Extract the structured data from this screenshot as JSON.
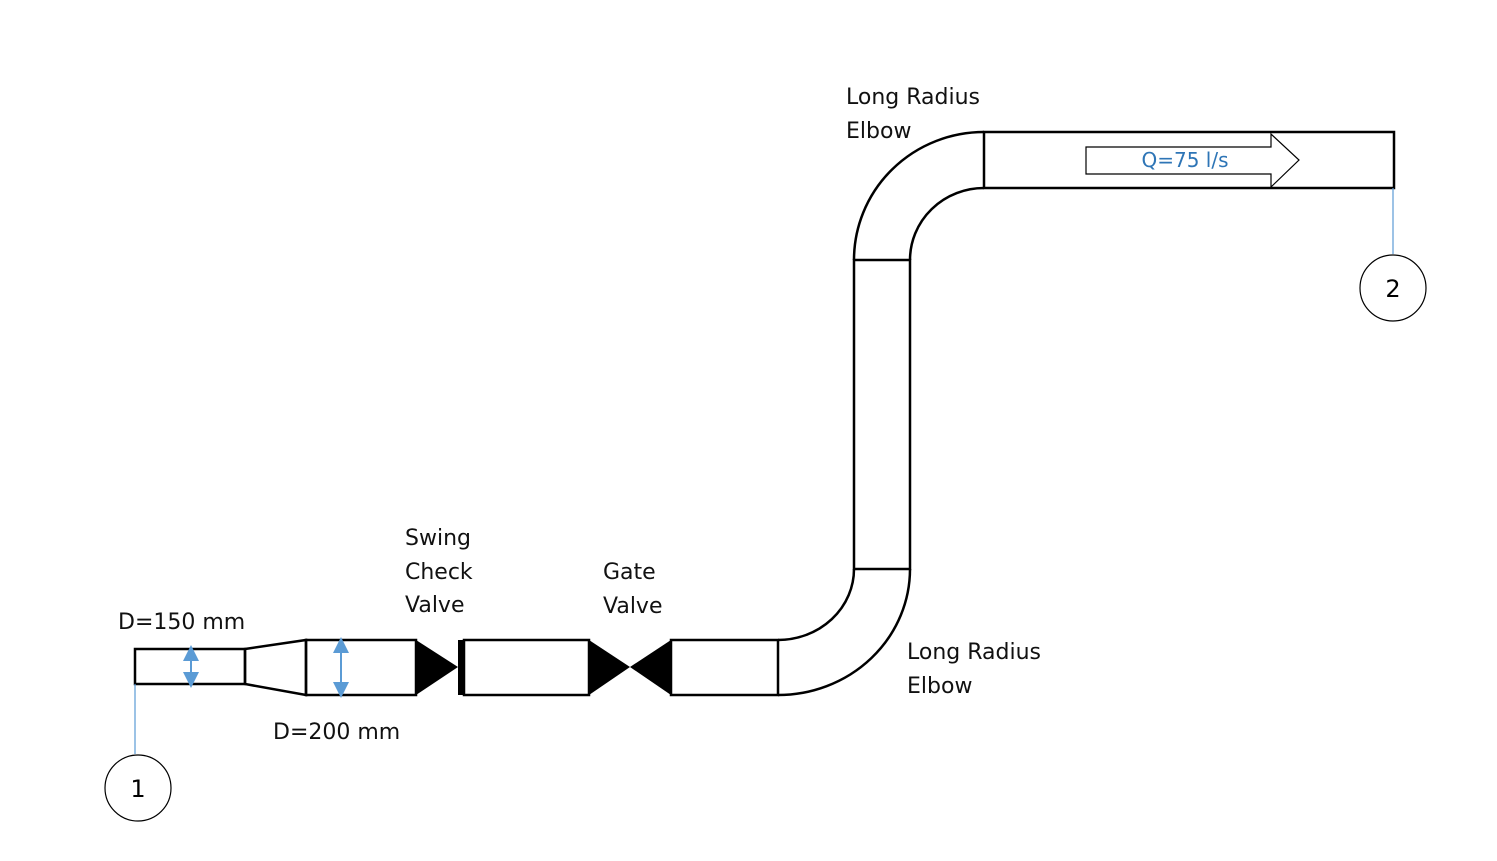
{
  "labels": {
    "d_small": "D=150 mm",
    "d_large": "D=200 mm",
    "swing_check": [
      "Swing",
      "Check",
      "Valve"
    ],
    "gate": [
      "Gate",
      "Valve"
    ],
    "elbow_bottom": [
      "Long Radius",
      "Elbow"
    ],
    "elbow_top": [
      "Long Radius",
      "Elbow"
    ],
    "flow_rate": "Q=75 l/s",
    "point_1": "1",
    "point_2": "2"
  },
  "colors": {
    "pipe_stroke": "#000000",
    "dimension_arrow": "#5b9bd5",
    "flow_text": "#2e75b6",
    "leader_line": "#5b9bd5"
  }
}
